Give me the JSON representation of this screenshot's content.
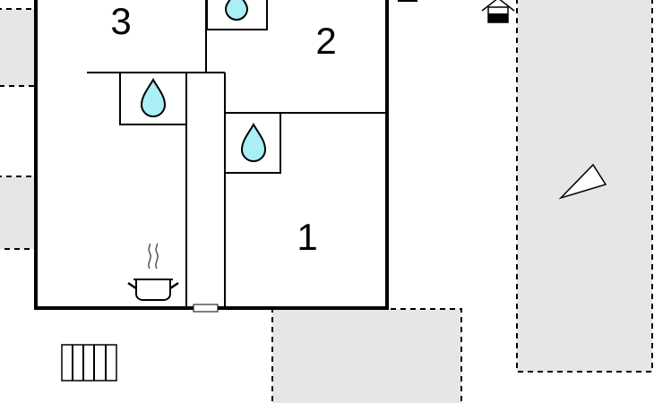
{
  "colors": {
    "wall": "#000000",
    "outdoor_fill": "#e6e6e6",
    "water_fill": "#aaeef6",
    "background": "#ffffff"
  },
  "rooms": [
    {
      "label": "3"
    },
    {
      "label": "2"
    },
    {
      "label": "1"
    }
  ],
  "icons": {
    "bathroom": "water-drop-icon",
    "kitchen": "cooking-pot-icon",
    "heating": "radiator-icon",
    "well": "water-well-icon",
    "orientation": "north-arrow-icon"
  }
}
